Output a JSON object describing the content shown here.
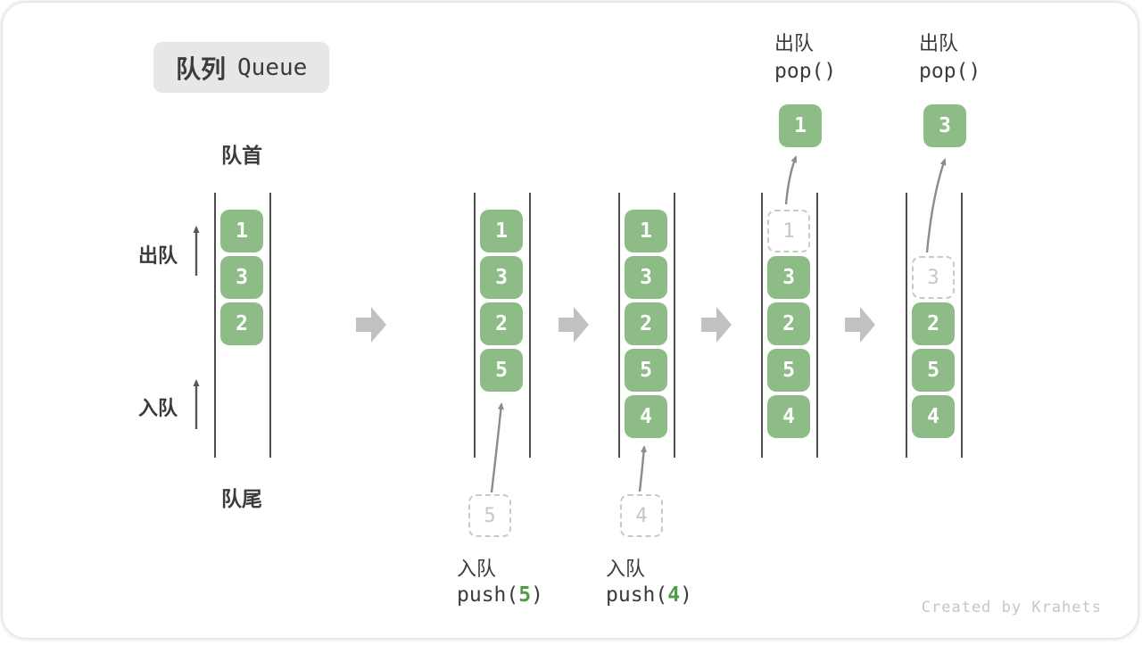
{
  "title": {
    "zh": "队列",
    "en": "Queue"
  },
  "side_labels": {
    "front": "队首",
    "rear": "队尾",
    "dequeue": "出队",
    "enqueue": "入队"
  },
  "watermark": "Created by Krahets",
  "colors": {
    "box_green": "#8dbc87",
    "accent_green": "#4e9d46",
    "dashed": "#c9c9c9",
    "text_dark": "#3b3b3b",
    "big_arrow": "#c1c1c1",
    "thin_arrow": "#8c8c8c",
    "badge_bg": "#e7e7e7"
  },
  "states": [
    {
      "name": "initial",
      "cells": [
        {
          "row": 0,
          "value": "1",
          "style": "solid"
        },
        {
          "row": 1,
          "value": "3",
          "style": "solid"
        },
        {
          "row": 2,
          "value": "2",
          "style": "solid"
        }
      ]
    },
    {
      "name": "after-push-5",
      "cells": [
        {
          "row": 0,
          "value": "1",
          "style": "solid"
        },
        {
          "row": 1,
          "value": "3",
          "style": "solid"
        },
        {
          "row": 2,
          "value": "2",
          "style": "solid"
        },
        {
          "row": 3,
          "value": "5",
          "style": "solid"
        }
      ],
      "below": {
        "ghost_value": "5",
        "label": "入队",
        "code_pre": "push(",
        "code_arg": "5",
        "code_post": ")"
      }
    },
    {
      "name": "after-push-4",
      "cells": [
        {
          "row": 0,
          "value": "1",
          "style": "solid"
        },
        {
          "row": 1,
          "value": "3",
          "style": "solid"
        },
        {
          "row": 2,
          "value": "2",
          "style": "solid"
        },
        {
          "row": 3,
          "value": "5",
          "style": "solid"
        },
        {
          "row": 4,
          "value": "4",
          "style": "solid"
        }
      ],
      "below": {
        "ghost_value": "4",
        "label": "入队",
        "code_pre": "push(",
        "code_arg": "4",
        "code_post": ")"
      }
    },
    {
      "name": "after-pop-1",
      "cells": [
        {
          "row": 0,
          "value": "1",
          "style": "dashed"
        },
        {
          "row": 1,
          "value": "3",
          "style": "solid"
        },
        {
          "row": 2,
          "value": "2",
          "style": "solid"
        },
        {
          "row": 3,
          "value": "5",
          "style": "solid"
        },
        {
          "row": 4,
          "value": "4",
          "style": "solid"
        }
      ],
      "above": {
        "popped_value": "1",
        "label": "出队",
        "code": "pop()"
      }
    },
    {
      "name": "after-pop-3",
      "cells": [
        {
          "row": 1,
          "value": "3",
          "style": "dashed"
        },
        {
          "row": 2,
          "value": "2",
          "style": "solid"
        },
        {
          "row": 3,
          "value": "5",
          "style": "solid"
        },
        {
          "row": 4,
          "value": "4",
          "style": "solid"
        }
      ],
      "above": {
        "popped_value": "3",
        "label": "出队",
        "code": "pop()"
      }
    }
  ]
}
